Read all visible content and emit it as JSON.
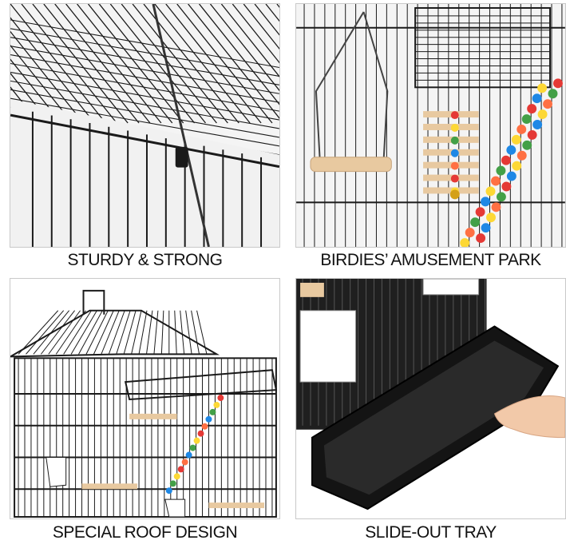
{
  "panels": [
    {
      "caption": "STURDY & STRONG",
      "subject": "cage-corner-closeup"
    },
    {
      "caption": "BIRDIES’ AMUSEMENT PARK",
      "subject": "perch-and-toys"
    },
    {
      "caption": "SPECIAL ROOF DESIGN",
      "subject": "full-cage-with-roof"
    },
    {
      "caption": "SLIDE-OUT TRAY",
      "subject": "tray-drawer"
    }
  ],
  "colors": {
    "wire": "#1a1a1a",
    "background": "#f4f4f4",
    "wood": "#e8c9a0",
    "tray": "#141414"
  }
}
